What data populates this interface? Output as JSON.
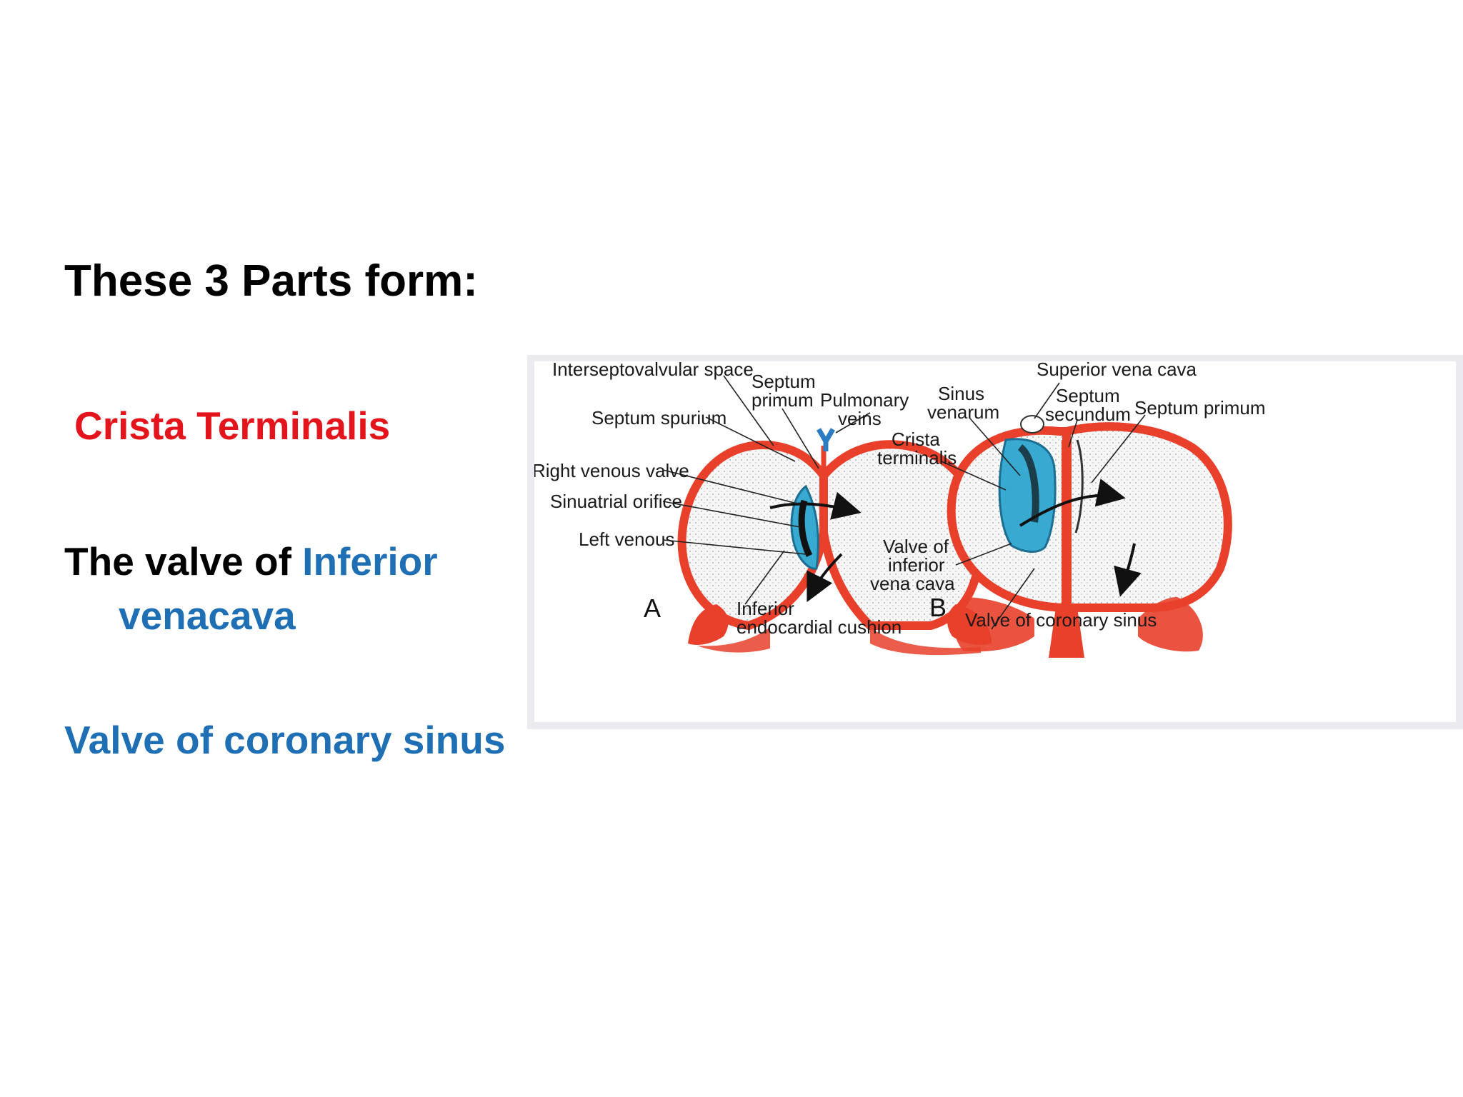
{
  "slide": {
    "heading": "These 3 Parts form:",
    "items": [
      {
        "text": "Crista Terminalis",
        "color": "#e3141b"
      },
      {
        "prefix": "The valve of ",
        "highlight": "Inferior",
        "continuation": "venacava",
        "prefix_color": "#000000",
        "highlight_color": "#1f6fb5"
      },
      {
        "text": "Valve of coronary sinus",
        "color": "#1f6fb5"
      }
    ]
  },
  "figure": {
    "colors": {
      "wall": "#e8402a",
      "sinus": "#38a9d1",
      "pulmonary": "#2b7cc0",
      "ink": "#111111"
    },
    "panel_a": {
      "letter": "A",
      "labels": {
        "interseptovalvular": "Interseptovalvular space",
        "septum_primum_1": "Septum",
        "septum_primum_2": "primum",
        "pulmonary_1": "Pulmonary",
        "pulmonary_2": "veins",
        "septum_spurium": "Septum spurium",
        "right_venous_valve": "Right venous valve",
        "sinuatrial_orifice": "Sinuatrial orifice",
        "left_venous": "Left venous",
        "inferior_1": "Inferior",
        "inferior_2": "endocardial cushion"
      }
    },
    "panel_b": {
      "letter": "B",
      "labels": {
        "superior_vena_cava": "Superior vena cava",
        "sinus_1": "Sinus",
        "sinus_2": "venarum",
        "septum_secundum_1": "Septum",
        "septum_secundum_2": "secundum",
        "septum_primum": "Septum primum",
        "crista_1": "Crista",
        "crista_2": "terminalis",
        "valve_ivc_1": "Valve of",
        "valve_ivc_2": "inferior",
        "valve_ivc_3": "vena cava",
        "valve_coronary_sinus": "Valve of coronary sinus"
      }
    }
  }
}
